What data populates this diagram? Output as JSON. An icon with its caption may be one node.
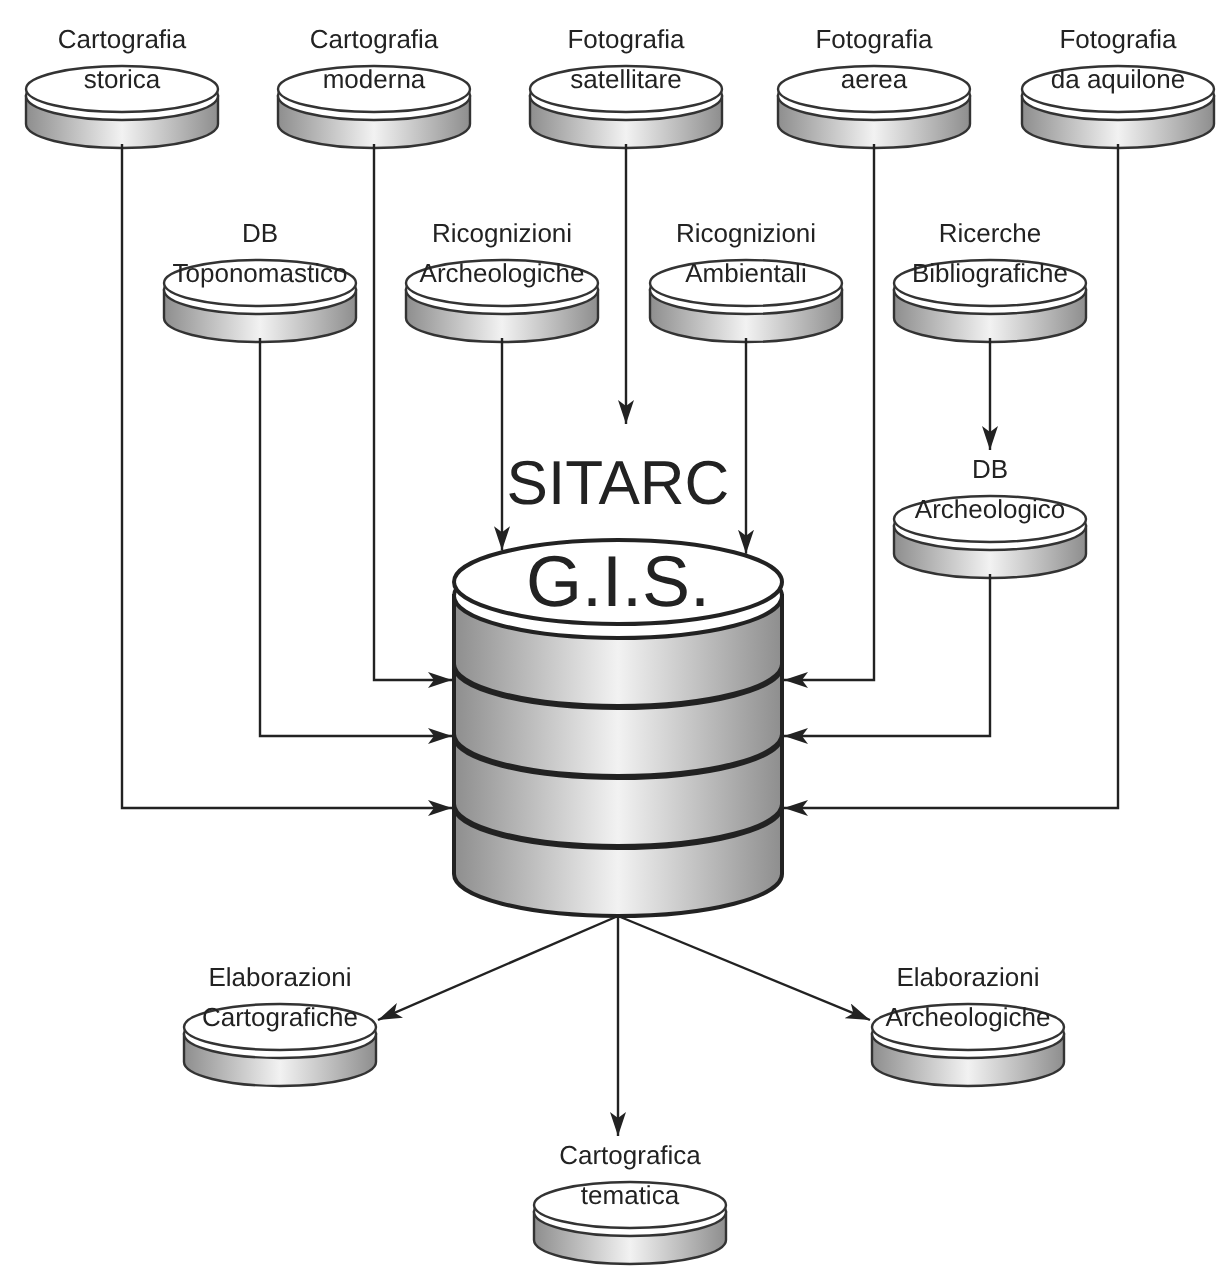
{
  "diagram": {
    "nodes": [
      {
        "text": [
          "Cartografia storica"
        ]
      },
      {
        "text": [
          "Cartografia moderna"
        ]
      },
      {
        "text": [
          "Fotografia satellitare"
        ]
      },
      {
        "text": [
          "Fotografia aerea"
        ]
      },
      {
        "text": [
          "Fotografia da aquilone"
        ]
      },
      {
        "text": [
          "DB Toponomastico"
        ]
      },
      {
        "text": [
          "Ricognizioni Archeologiche"
        ]
      },
      {
        "text": [
          "Ricognizioni Ambientali"
        ]
      },
      {
        "text": [
          "Ricerche Bibliografiche"
        ]
      },
      {
        "text": [
          "DB Archeologico"
        ]
      },
      {
        "text": [
          "SITARC",
          "G.I.S."
        ]
      },
      {
        "text": [
          "Elaborazioni Cartografiche"
        ]
      },
      {
        "text": [
          "Elaborazioni Archeologiche"
        ]
      },
      {
        "text": [
          "Cartografica tematica"
        ]
      }
    ],
    "edges": [
      {
        "from": 0,
        "to": 10,
        "arrow": "to"
      },
      {
        "from": 1,
        "to": 10,
        "arrow": "to"
      },
      {
        "from": 2,
        "to": 10,
        "arrow": "to"
      },
      {
        "from": 3,
        "to": 10,
        "arrow": "to"
      },
      {
        "from": 4,
        "to": 10,
        "arrow": "to"
      },
      {
        "from": 5,
        "to": 10,
        "arrow": "to"
      },
      {
        "from": 6,
        "to": 10,
        "arrow": "to"
      },
      {
        "from": 7,
        "to": 10,
        "arrow": "to"
      },
      {
        "from": 8,
        "to": 9,
        "arrow": "to"
      },
      {
        "from": 9,
        "to": 10,
        "arrow": "to"
      },
      {
        "from": 10,
        "to": 11,
        "arrow": "to"
      },
      {
        "from": 10,
        "to": 12,
        "arrow": "to"
      },
      {
        "from": 10,
        "to": 13,
        "arrow": "to"
      }
    ]
  }
}
